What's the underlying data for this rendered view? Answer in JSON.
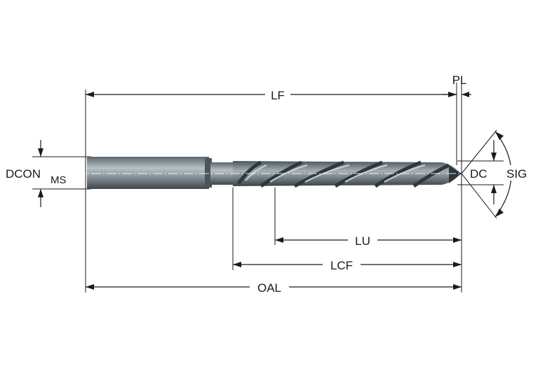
{
  "labels": {
    "lf": "LF",
    "pl": "PL",
    "dcon": "DCON",
    "ms": "MS",
    "dc": "DC",
    "sig": "SIG",
    "lu": "LU",
    "lcf": "LCF",
    "oal": "OAL"
  },
  "colors": {
    "tool_dark": "#3f4a52",
    "tool_mid": "#6b7880",
    "tool_light": "#aab5bb",
    "line": "#1a1a1a"
  }
}
